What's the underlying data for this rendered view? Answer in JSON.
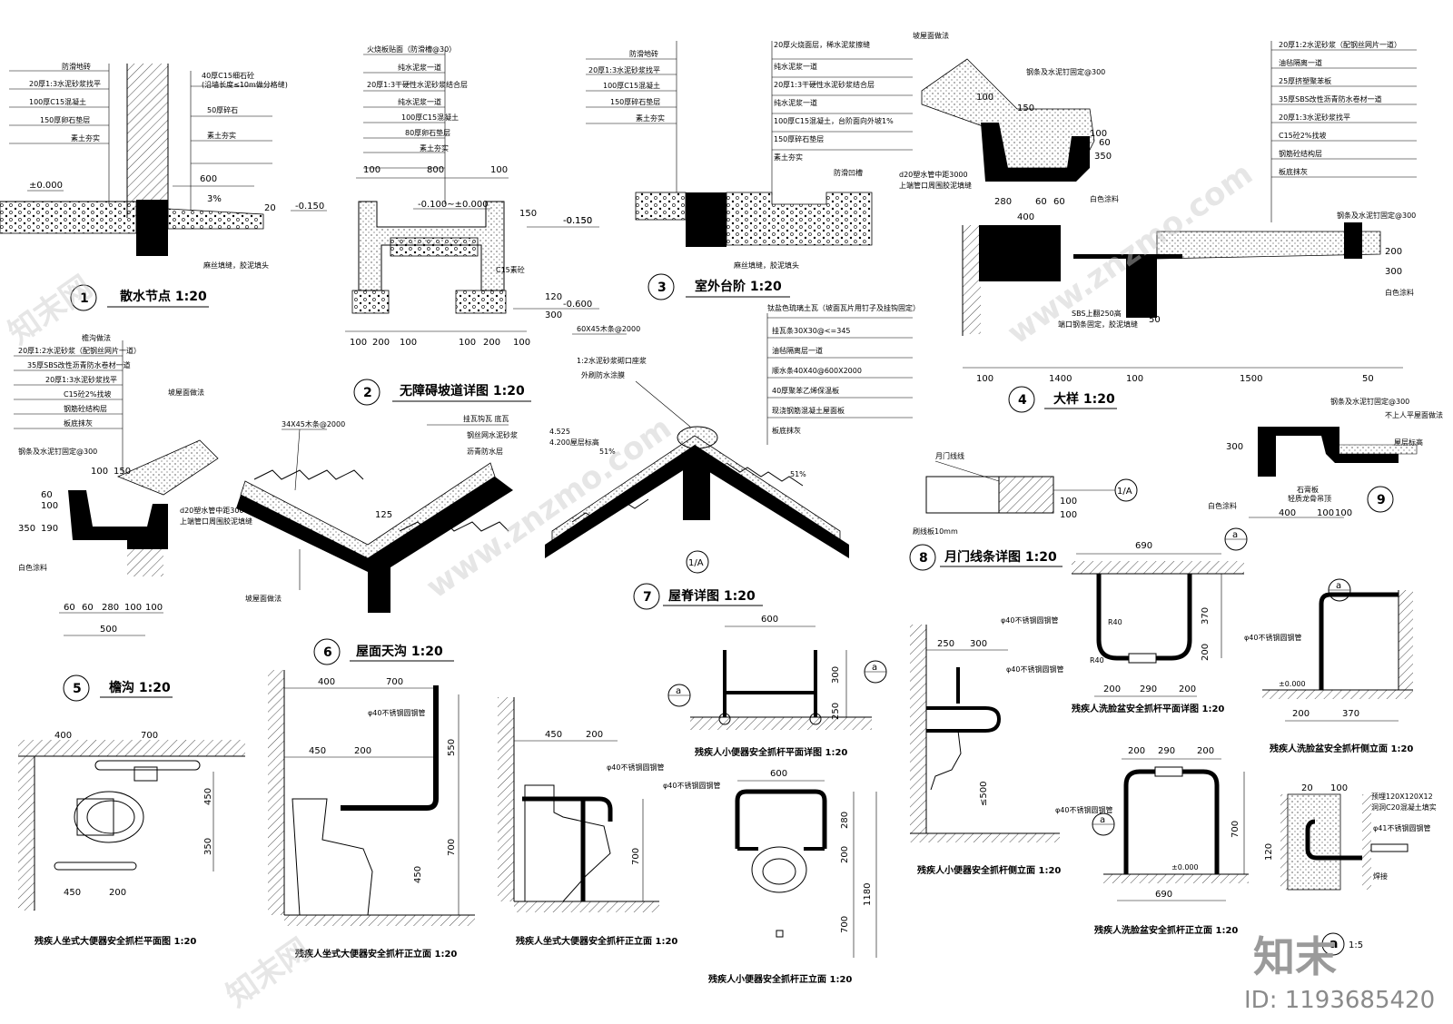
{
  "sheet": {
    "details": [
      {
        "num": "1",
        "title": "散水节点 1:20"
      },
      {
        "num": "2",
        "title": "无障碍坡道详图 1:20"
      },
      {
        "num": "3",
        "title": "室外台阶 1:20"
      },
      {
        "num": "4",
        "title": "大样 1:20"
      },
      {
        "num": "5",
        "title": "檐沟 1:20"
      },
      {
        "num": "6",
        "title": "屋面天沟 1:20"
      },
      {
        "num": "7",
        "title": "屋脊详图 1:20"
      },
      {
        "num": "8",
        "title": "月门线条详图 1:20"
      },
      {
        "num": "9",
        "title": ""
      },
      {
        "num": "a",
        "title": "1:5"
      }
    ],
    "captions": {
      "toilet_plan": "残疾人坐式大便器安全抓栏平面图 1:20",
      "toilet_front": "残疾人坐式大便器安全抓杆正立面 1:20",
      "toilet_side": "残疾人坐式大便器安全抓杆正立面 1:20",
      "urinal_plan": "残疾人小便器安全抓杆平面详图 1:20",
      "urinal_front": "残疾人小便器安全抓杆正立面 1:20",
      "urinal_side": "残疾人小便器安全抓杆侧立面 1:20",
      "basin_plan": "残疾人洗脸盆安全抓杆平面详图 1:20",
      "basin_front": "残疾人洗脸盆安全抓杆正立面 1:20",
      "basin_side": "残疾人洗脸盆安全抓杆侧立面 1:20"
    },
    "d1": {
      "layers": [
        "防滑地砖",
        "20厚1:3水泥砂浆找平",
        "100厚C15混凝土",
        "150厚卵石垫层",
        "素土夯实"
      ],
      "right_notes": [
        "40厚C15细石砼",
        "(沿墙长度≤10m做分格缝)",
        "50厚碎石",
        "素土夯实"
      ],
      "elev0": "±0.000",
      "elev1": "-0.150",
      "dim600": "600",
      "slope": "3%",
      "dim20": "20",
      "note": "麻丝填缝，胶泥填头"
    },
    "d2": {
      "layers": [
        "火烧板贴面（防滑槽@30）",
        "纯水泥浆一道",
        "20厚1:3干硬性水泥砂浆结合层",
        "纯水泥浆一道",
        "100厚C15混凝土",
        "80厚卵石垫层",
        "素土夯实"
      ],
      "dims_top": [
        "100",
        "800",
        "100"
      ],
      "elev_in": "-0.100~±0.000",
      "elev_out": "-0.150",
      "elev_bot": "-0.600",
      "dim150": "150",
      "dim120": "120",
      "dim300": "300",
      "dim100": "100",
      "dim200": "200",
      "concrete": "C15素砼"
    },
    "d3": {
      "layers": [
        "防滑地砖",
        "20厚1:3水泥砂浆找平",
        "100厚C15混凝土",
        "150厚碎石垫层",
        "素土夯实"
      ],
      "right_layers": [
        "20厚火烧面层，稀水泥浆擦缝",
        "纯水泥浆一道",
        "20厚1:3干硬性水泥砂浆结合层",
        "纯水泥浆一道",
        "100厚C15混凝土，台阶面向外坡1%",
        "150厚碎石垫层",
        "素土夯实"
      ],
      "elev": "-0.150",
      "note1": "防滑凹槽",
      "note2": "麻丝填缝，胶泥填头"
    },
    "d4": {
      "top_note": "坡屋面做法",
      "nail": "钢条及水泥钉固定@300",
      "layers": [
        "20厚1:2水泥砂浆（配钢丝网片一道）",
        "油毡隔离一道",
        "25厚挤塑聚苯板",
        "35厚SBS改性沥青防水卷材一道",
        "20厚1:3水泥砂浆找平",
        "C15砼2%找坡",
        "钢筋砼结构层",
        "板底抹灰"
      ],
      "pipe": "d20塑水管中距3000",
      "pipe2": "上端管口周围胶泥填缝",
      "paint": "白色涂料",
      "sbs": "SBS上翻250高",
      "sbs2": "端口钢条固定，胶泥填缝",
      "nail2": "钢条及水泥钉固定@300",
      "paint2": "白色涂料",
      "dims": [
        "100",
        "150",
        "350",
        "100",
        "60",
        "280",
        "60",
        "60",
        "400",
        "200",
        "300",
        "100",
        "1400",
        "100",
        "1500",
        "50",
        "50"
      ]
    },
    "d5": {
      "header": "檐沟做法",
      "layers": [
        "20厚1:2水泥砂浆（配钢丝网片一道）",
        "35厚SBS改性沥青防水卷材一道",
        "20厚1:3水泥砂浆找平",
        "C15砼2%找坡",
        "钢筋砼结构层",
        "板底抹灰"
      ],
      "roof": "坡屋面做法",
      "nail": "钢条及水泥钉固定@300",
      "pipe": "d20塑水管中距3000",
      "pipe2": "上端管口周围胶泥填缝",
      "paint": "白色涂料",
      "dims_bot": [
        "60",
        "60",
        "280",
        "100",
        "100"
      ],
      "dim_total": "500",
      "dims_side": [
        "350",
        "190",
        "100",
        "60"
      ],
      "dim100": "100",
      "dim150": "150"
    },
    "d6": {
      "batten": "34X45木条@2000",
      "notes": [
        "挂瓦钩瓦 底瓦",
        "钢丝网水泥砂浆",
        "沥青防水层"
      ],
      "dim": "125",
      "roof": "坡屋面做法"
    },
    "d7": {
      "top": "60X45木条@2000",
      "ridge1": "1:2水泥砂浆砌口座浆",
      "ridge2": "外刷防水涂膜",
      "elev1": "4.525",
      "elev2": "4.200屋层标高",
      "slope": "51%",
      "header": "钛盐色琉璃土瓦（坡面瓦片用钉子及挂钩固定）",
      "layers": [
        "挂瓦条30X30@<=345",
        "油毡隔离层一道",
        "顺水条40X40@600X2000",
        "40厚聚苯乙烯保温板",
        "现浇钢筋混凝土屋面板",
        "板底抹灰"
      ],
      "ref": "1/A"
    },
    "d8": {
      "n1": "月门线线",
      "n2": "刷线板10mm",
      "dims": [
        "100",
        "100"
      ],
      "ref": "1/A"
    },
    "d9": {
      "nail": "钢条及水泥钉固定@300",
      "n1": "不上人平屋面做法",
      "n2": "屋层标高",
      "n3": "石膏板",
      "n4": "轻质龙骨吊顶",
      "paint": "白色涂料",
      "dims": [
        "300",
        "400",
        "100",
        "100"
      ]
    },
    "toilet_plan": {
      "dims": [
        "400",
        "700",
        "450",
        "350",
        "450",
        "200"
      ]
    },
    "toilet_front": {
      "dims": [
        "400",
        "700",
        "450",
        "200",
        "550",
        "700",
        "450"
      ],
      "pipe": "φ40不锈钢圆钢管"
    },
    "toilet_side": {
      "dims": [
        "450",
        "200",
        "700"
      ],
      "pipe": "φ40不锈钢圆钢管"
    },
    "urinal_plan": {
      "dims": [
        "600",
        "300",
        "250"
      ],
      "ref": "a"
    },
    "urinal_front": {
      "dims": [
        "600",
        "280",
        "200",
        "700",
        "1180"
      ],
      "pipe": "φ40不锈钢圆钢管"
    },
    "urinal_side": {
      "dims": [
        "250",
        "300",
        "≤500"
      ],
      "pipe": "φ40不锈钢圆钢管",
      "pipe_top": "φ40不锈钢圆钢管",
      "ref": "a"
    },
    "basin_plan": {
      "dims": [
        "690",
        "200",
        "290",
        "200",
        "370",
        "200"
      ],
      "r": [
        "R40",
        "R40"
      ],
      "ref": "a"
    },
    "basin_front": {
      "dims": [
        "200",
        "290",
        "200",
        "700",
        "690"
      ],
      "pipe": "φ40不锈钢圆钢管",
      "elev": "±0.000",
      "ref": "a"
    },
    "basin_side": {
      "dims": [
        "200",
        "370"
      ],
      "pipe": "φ40不锈钢圆钢管",
      "elev": "±0.000",
      "ref": "a"
    },
    "detail_a": {
      "dims": [
        "20",
        "100",
        "120"
      ],
      "n1": "预埋120X120X12",
      "n2": "洞洞C20混凝土填实",
      "n3": "φ41不锈钢圆钢管",
      "n4": "焊接"
    },
    "watermark": {
      "brand": "知末网",
      "url": "www.znzmo.com",
      "id": "ID: 1193685420",
      "logo": "知末"
    }
  }
}
